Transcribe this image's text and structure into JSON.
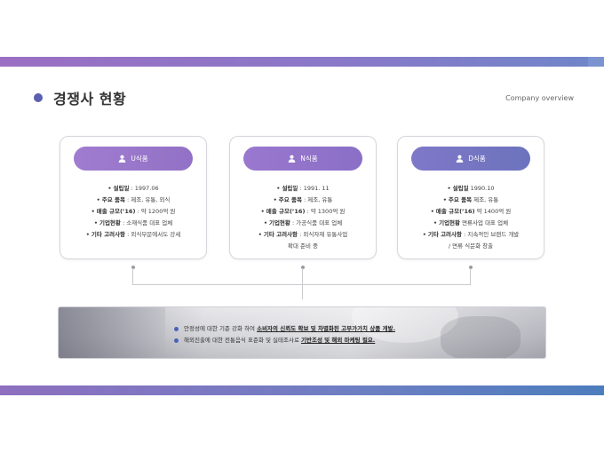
{
  "header": {
    "title": "경쟁사 현황",
    "subtitle": "Company overview"
  },
  "competitors": [
    {
      "name": "U식품",
      "rows": [
        {
          "key": "설립일",
          "value": " : 1997.06"
        },
        {
          "key": "주요 품목",
          "value": " : 제조, 유통, 외식"
        },
        {
          "key": "매출 규모(’16)",
          "value": " : 약 1200억 원"
        },
        {
          "key": "기업현황",
          "value": " : 소재식품 대표 업체"
        },
        {
          "key": "기타 고려사항",
          "value": " : 외식부문에서도 강세"
        }
      ]
    },
    {
      "name": "N식품",
      "rows": [
        {
          "key": "설립일",
          "value": " : 1991. 11"
        },
        {
          "key": "주요 품목",
          "value": " : 제조, 유통"
        },
        {
          "key": "매출 규모(’16)",
          "value": " : 약 1300억 원"
        },
        {
          "key": "기업현황",
          "value": " : 가공식품 대표 업체"
        },
        {
          "key": "기타 고려사항",
          "value": " : 외식자재 유통사업"
        }
      ],
      "extra": "확대 준비 중"
    },
    {
      "name": "D식품",
      "rows": [
        {
          "key": "설립일",
          "value": " 1990.10"
        },
        {
          "key": "주요 품목",
          "value": " 제조, 유통"
        },
        {
          "key": "매출 규모(’16)",
          "value": " 약 1400억 원"
        },
        {
          "key": "기업현황",
          "value": " 면류사업 대표 업체"
        },
        {
          "key": "기타 고려사항",
          "value": " : 지속적인 브랜드 개발"
        }
      ],
      "extra": "/ 면류 식문화 창출"
    }
  ],
  "summary": {
    "line1_pre": "안정성에 대한 기준 강화 하여 ",
    "line1_em": "소비자의 신뢰도 확보 및 차별화된 고부가가치 상품 개발.",
    "line2_pre": "해외진출에 대한 전통음식 표준화 및 실태조사로 ",
    "line2_em": "기반조성 및 해외 마케팅 필요."
  },
  "colors": {
    "accent_dot": "#5b5fb0",
    "bar_gradient_start": "#9b6fc4",
    "bar_gradient_end": "#4c7dbd"
  },
  "icons": [
    "user-icon",
    "title-dot-icon",
    "bullet-icon"
  ]
}
